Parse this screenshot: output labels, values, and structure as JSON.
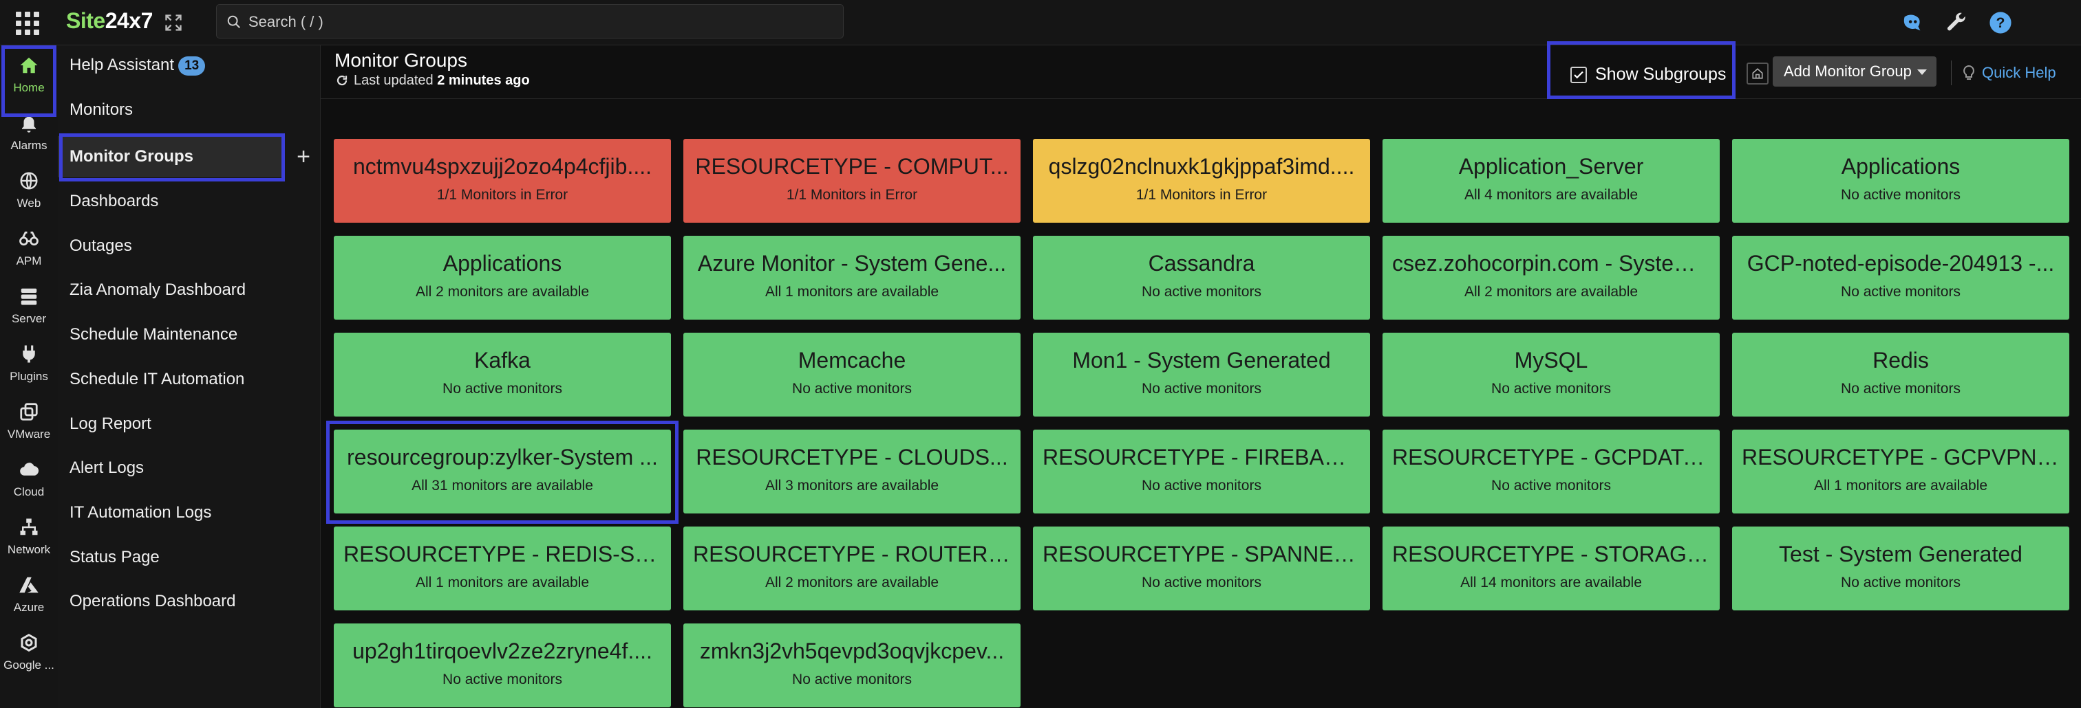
{
  "app": {
    "logo_prefix": "Site",
    "logo_suffix": "24x7"
  },
  "search": {
    "placeholder": "Search ( / )"
  },
  "colors": {
    "accent": "#8ee06a",
    "highlight": "#3b3fd8",
    "ok": "#62c975",
    "error": "#dc574a",
    "warning": "#f0c24c",
    "link": "#5aa9ef"
  },
  "rail": [
    {
      "label": "Home",
      "icon": "home-icon"
    },
    {
      "label": "Alarms",
      "icon": "bell-icon"
    },
    {
      "label": "Web",
      "icon": "globe-icon"
    },
    {
      "label": "APM",
      "icon": "binoculars-icon"
    },
    {
      "label": "Server",
      "icon": "server-icon"
    },
    {
      "label": "Plugins",
      "icon": "plug-icon"
    },
    {
      "label": "VMware",
      "icon": "vmware-icon"
    },
    {
      "label": "Cloud",
      "icon": "cloud-icon"
    },
    {
      "label": "Network",
      "icon": "network-icon"
    },
    {
      "label": "Azure",
      "icon": "azure-icon"
    },
    {
      "label": "Google ...",
      "icon": "google-cloud-icon"
    }
  ],
  "sidenav": {
    "items": [
      {
        "label": "Help Assistant",
        "badge": "13"
      },
      {
        "label": "Monitors"
      },
      {
        "label": "Monitor Groups"
      },
      {
        "label": "Dashboards"
      },
      {
        "label": "Outages"
      },
      {
        "label": "Zia Anomaly Dashboard"
      },
      {
        "label": "Schedule Maintenance"
      },
      {
        "label": "Schedule IT Automation"
      },
      {
        "label": "Log Report"
      },
      {
        "label": "Alert Logs"
      },
      {
        "label": "IT Automation Logs"
      },
      {
        "label": "Status Page"
      },
      {
        "label": "Operations Dashboard"
      }
    ],
    "add_label": "+"
  },
  "header": {
    "title": "Monitor Groups",
    "last_updated_prefix": "Last updated",
    "last_updated_value": "2 minutes ago",
    "show_subgroups": "Show Subgroups",
    "add_group": "Add Monitor Group",
    "quick_help": "Quick Help"
  },
  "groups": [
    {
      "name": "nctmvu4spxzujj2ozo4p4cfjib....",
      "status": "1/1   Monitors in Error",
      "state": "error"
    },
    {
      "name": "RESOURCETYPE - COMPUT...",
      "status": "1/1   Monitors in Error",
      "state": "error"
    },
    {
      "name": "qslzg02nclnuxk1gkjppaf3imd....",
      "status": "1/1   Monitors in Error",
      "state": "warning"
    },
    {
      "name": "Application_Server",
      "status": "All 4 monitors are available",
      "state": "ok"
    },
    {
      "name": "Applications",
      "status": "No active monitors",
      "state": "ok"
    },
    {
      "name": "Applications",
      "status": "All 2 monitors are available",
      "state": "ok"
    },
    {
      "name": "Azure Monitor - System Gene...",
      "status": "All 1 monitors are available",
      "state": "ok"
    },
    {
      "name": "Cassandra",
      "status": "No active monitors",
      "state": "ok"
    },
    {
      "name": "csez.zohocorpin.com - System...",
      "status": "All 2 monitors are available",
      "state": "ok"
    },
    {
      "name": "GCP-noted-episode-204913 -...",
      "status": "No active monitors",
      "state": "ok"
    },
    {
      "name": "Kafka",
      "status": "No active monitors",
      "state": "ok"
    },
    {
      "name": "Memcache",
      "status": "No active monitors",
      "state": "ok"
    },
    {
      "name": "Mon1 - System Generated",
      "status": "No active monitors",
      "state": "ok"
    },
    {
      "name": "MySQL",
      "status": "No active monitors",
      "state": "ok"
    },
    {
      "name": "Redis",
      "status": "No active monitors",
      "state": "ok"
    },
    {
      "name": "resourcegroup:zylker-System ...",
      "status": "All 31 monitors are available",
      "state": "ok"
    },
    {
      "name": "RESOURCETYPE - CLOUDS...",
      "status": "All 3 monitors are available",
      "state": "ok"
    },
    {
      "name": "RESOURCETYPE - FIREBASE...",
      "status": "No active monitors",
      "state": "ok"
    },
    {
      "name": "RESOURCETYPE - GCPDATA...",
      "status": "No active monitors",
      "state": "ok"
    },
    {
      "name": "RESOURCETYPE - GCPVPNT...",
      "status": "All 1 monitors are available",
      "state": "ok"
    },
    {
      "name": "RESOURCETYPE - REDIS-Sys...",
      "status": "All 1 monitors are available",
      "state": "ok"
    },
    {
      "name": "RESOURCETYPE - ROUTER-...",
      "status": "All 2 monitors are available",
      "state": "ok"
    },
    {
      "name": "RESOURCETYPE - SPANNER...",
      "status": "No active monitors",
      "state": "ok"
    },
    {
      "name": "RESOURCETYPE - STORAGE...",
      "status": "All 14 monitors are available",
      "state": "ok"
    },
    {
      "name": "Test - System Generated",
      "status": "No active monitors",
      "state": "ok"
    },
    {
      "name": "up2gh1tirqoevlv2ze2zryne4f....",
      "status": "No active monitors",
      "state": "ok"
    },
    {
      "name": "zmkn3j2vh5qevpd3oqvjkcpev...",
      "status": "No active monitors",
      "state": "ok"
    }
  ]
}
